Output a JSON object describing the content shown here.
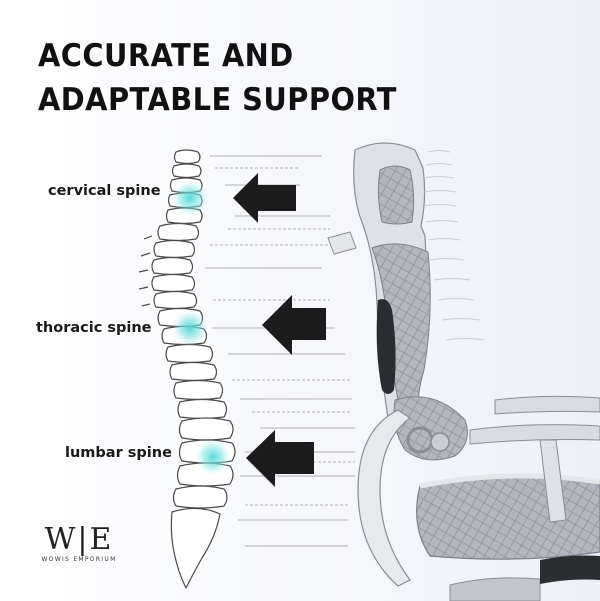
{
  "headline": {
    "line1": "ACCURATE AND",
    "line2": "ADAPTABLE SUPPORT"
  },
  "spine_regions": {
    "cervical": "cervical spine",
    "thoracic": "thoracic spine",
    "lumbar": "lumbar spine"
  },
  "brand": {
    "monogram": "W|E",
    "name": "WOWIS EMPORIUM"
  },
  "colors": {
    "text": "#111111",
    "arrow": "#1c1c1c",
    "highlight": "#4fd8d6",
    "bone_stroke": "#555555",
    "chair_frame": "#d9dbe0",
    "mesh": "#a9acb3"
  },
  "icons": [
    "arrow-left-icon",
    "spine-illustration",
    "office-chair-illustration"
  ]
}
